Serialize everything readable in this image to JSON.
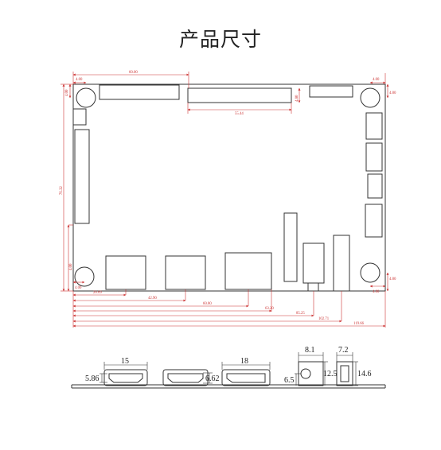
{
  "title": "产品尺寸",
  "colors": {
    "outline": "#333333",
    "dimension": "#cc3333",
    "background": "#ffffff"
  },
  "top_view": {
    "dimensions": {
      "corner_tl_x": "4.00",
      "corner_tl_y": "4.00",
      "top_width": "60.00",
      "connector_width": "55.44",
      "connector_height": "4.80",
      "corner_tr_x": "4.00",
      "corner_tr_y": "4.80",
      "board_height": "76.32",
      "lower_left_y": "4.00",
      "corner_bl_x": "4.00",
      "corner_br_x": "4.80",
      "corner_br_y": "4.80",
      "hdmi1_x": "20.69",
      "hdmi2_x": "42.90",
      "dp_x_a": "60.80",
      "dp_x_b": "63.20",
      "dc_x": "85.25",
      "usb_x": "102.71",
      "board_width": "119.66"
    }
  },
  "front_view": {
    "hdmi1_width": "15",
    "hdmi1_height": "5.86",
    "hdmi2_height": "6.62",
    "dp_width": "18",
    "dc_width": "8.1",
    "dc_height": "12.5",
    "dc_offset": "6.5",
    "usb_width": "7.2",
    "usb_height": "14.6"
  }
}
